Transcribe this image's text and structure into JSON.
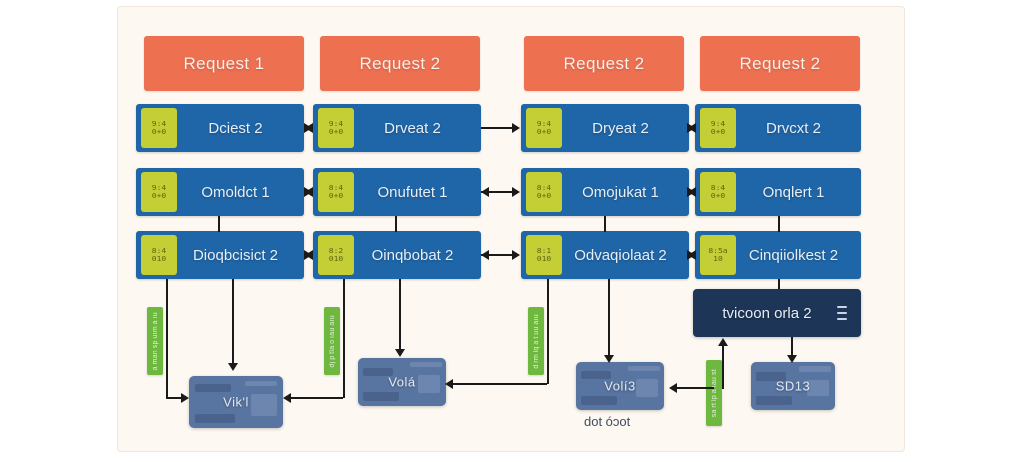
{
  "diagram": {
    "background_color": "#fdf8f1",
    "header_color": "#ed7050",
    "row_color": "#1f66a8",
    "badge_color": "#c3cf35",
    "navy_color": "#1d3557",
    "card_color": "#5874a0",
    "tag_color": "#6eb83f",
    "columns": [
      {
        "header": "Request 1",
        "rows": [
          {
            "label": "Dciest 2",
            "badge": [
              "9:4",
              "0+0"
            ]
          },
          {
            "label": "Omoldct 1",
            "badge": [
              "9:4",
              "0+0"
            ]
          },
          {
            "label": "Dioqbcisict 2",
            "badge": [
              "8:4",
              "010"
            ]
          }
        ]
      },
      {
        "header": "Request 2",
        "rows": [
          {
            "label": "Drveat 2",
            "badge": [
              "9:4",
              "0+0"
            ]
          },
          {
            "label": "Onufutet 1",
            "badge": [
              "8:4",
              "0+0"
            ]
          },
          {
            "label": "Oinqbobat 2",
            "badge": [
              "8:2",
              "010"
            ]
          }
        ]
      },
      {
        "header": "Request 2",
        "rows": [
          {
            "label": "Dryeat 2",
            "badge": [
              "9:4",
              "0+0"
            ]
          },
          {
            "label": "Omojukat 1",
            "badge": [
              "8:4",
              "0+0"
            ]
          },
          {
            "label": "Odvaqiolaat 2",
            "badge": [
              "8:1",
              "010"
            ]
          }
        ]
      },
      {
        "header": "Request 2",
        "rows": [
          {
            "label": "Drvcxt 2",
            "badge": [
              "9:4",
              "0+0"
            ]
          },
          {
            "label": "Onqlert 1",
            "badge": [
              "8:4",
              "0+0"
            ]
          },
          {
            "label": "Cinqiiolkest 2",
            "badge": [
              "8:5a",
              "10"
            ]
          }
        ]
      }
    ],
    "navy_box": {
      "label": "tvicoon orla 2",
      "icon": "menu-icon"
    },
    "cards": [
      {
        "label": "Vik'l"
      },
      {
        "label": "Volá"
      },
      {
        "label": "Volí3"
      },
      {
        "label": "SD13"
      }
    ],
    "caption": "dot óɔot",
    "vtags": [
      {
        "text": "a man sp uım a ıu"
      },
      {
        "text": "dj p tla o ıau aıu"
      },
      {
        "text": "d rm lq a t uu aıu"
      },
      {
        "text": "sa rt lp a ıau st"
      }
    ]
  }
}
